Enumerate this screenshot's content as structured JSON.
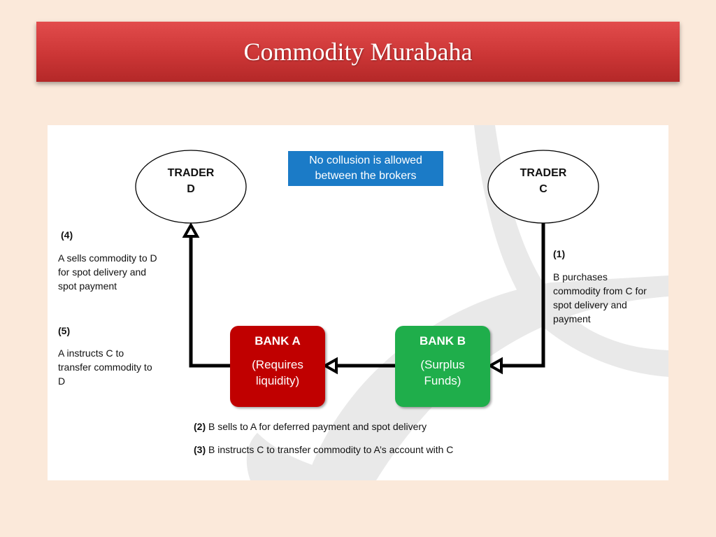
{
  "slide": {
    "title": "Commodity Murabaha"
  },
  "diagram": {
    "notice": {
      "line1": "No collusion is allowed",
      "line2": "between the brokers"
    },
    "trader_d": {
      "line1": "TRADER",
      "line2": "D"
    },
    "trader_c": {
      "line1": "TRADER",
      "line2": "C"
    },
    "bank_a": {
      "name": "BANK A",
      "sub1": "(Requires",
      "sub2": "liquidity)"
    },
    "bank_b": {
      "name": "BANK B",
      "sub1": "(Surplus",
      "sub2": "Funds)"
    },
    "step1": {
      "num": "(1)",
      "text": [
        "B purchases",
        "commodity from C for",
        "spot delivery and",
        "payment"
      ]
    },
    "step4": {
      "num": "(4)",
      "text": [
        "A sells commodity to D",
        "for spot delivery and",
        "spot payment"
      ]
    },
    "step5": {
      "num": "(5)",
      "text": [
        "A instructs C to",
        "transfer commodity to",
        "D"
      ]
    },
    "step2": {
      "num": "(2)",
      "text": "B sells to A for deferred payment and spot delivery"
    },
    "step3": {
      "num": "(3)",
      "text": "B instructs C to transfer commodity to A’s account with C"
    },
    "colors": {
      "bank_a": "#c00000",
      "bank_b": "#1fae4b",
      "notice": "#1b7bc7",
      "title_bar": "#cc3636"
    }
  }
}
